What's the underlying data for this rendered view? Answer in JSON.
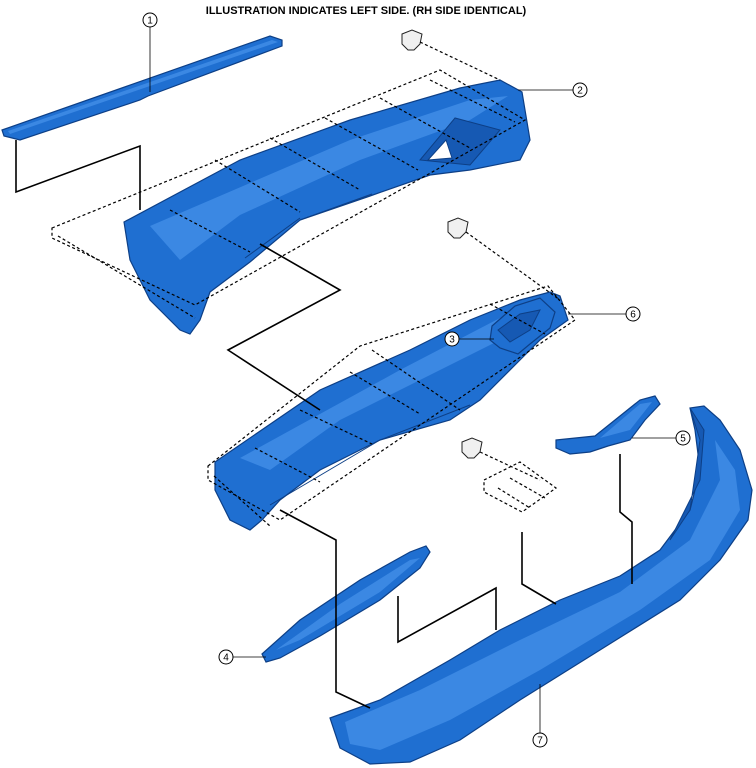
{
  "title": "ILLUSTRATION INDICATES LEFT SIDE. (RH SIDE IDENTICAL)",
  "colors": {
    "part_fill": "#1f6fd1",
    "part_stroke": "#0d3f86",
    "line": "#000000"
  },
  "callouts": [
    {
      "id": "1",
      "label": "1"
    },
    {
      "id": "2",
      "label": "2"
    },
    {
      "id": "3",
      "label": "3"
    },
    {
      "id": "4",
      "label": "4"
    },
    {
      "id": "5",
      "label": "5"
    },
    {
      "id": "6",
      "label": "6"
    },
    {
      "id": "7",
      "label": "7"
    }
  ]
}
